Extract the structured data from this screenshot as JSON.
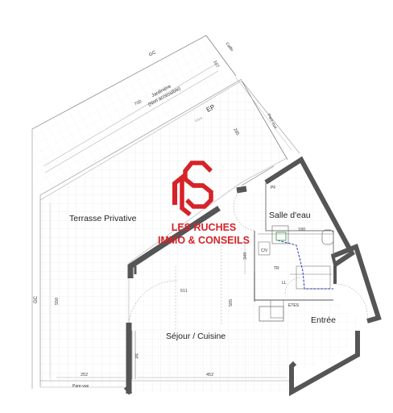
{
  "rooms": {
    "terrasse": "Terrasse Privative",
    "salle_eau": "Salle d'eau",
    "sejour": "Séjour / Cuisine",
    "entree": "Entrée"
  },
  "zones": {
    "jardiniere_line1": "Jardinière",
    "jardiniere_line2": "(Non accessible)",
    "ep": "EP",
    "gc_top": "GC",
    "gc_left": "GC",
    "pare_vue_right": "Pare-vue",
    "pare_vue_bottom": "Pare-vue",
    "caille": "Caille"
  },
  "fixtures": {
    "pf_top": "PF",
    "pf_left": "PF",
    "cv": "C/V",
    "tr": "TR",
    "ll": "LL",
    "etes": "ETES"
  },
  "dimensions": {
    "d187": "187",
    "d700": "700",
    "d285": "285",
    "d180": "180",
    "d550": "550",
    "d511": "511",
    "d505": "505",
    "d349": "349",
    "d252": "252",
    "d452": "452"
  },
  "logo": {
    "line1": "LES RUCHES",
    "line2": "IMMO & CONSEILS",
    "color": "#d62328"
  },
  "colors": {
    "wall": "#555555",
    "grid": "#e3e3e3",
    "line": "#888888",
    "plumbing": "#2a3fb5",
    "green": "#2e9a3c"
  }
}
